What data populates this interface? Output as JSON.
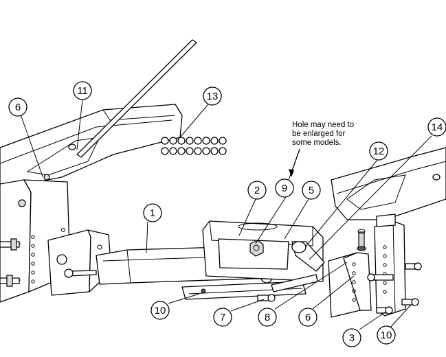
{
  "note": {
    "line1": "Hole may need to",
    "line2": "be enlarged for",
    "line3": "some models."
  },
  "callouts": [
    {
      "id": "c1",
      "label": "1"
    },
    {
      "id": "c2",
      "label": "2"
    },
    {
      "id": "c3",
      "label": "3"
    },
    {
      "id": "c5",
      "label": "5"
    },
    {
      "id": "c6a",
      "label": "6"
    },
    {
      "id": "c6b",
      "label": "6"
    },
    {
      "id": "c7",
      "label": "7"
    },
    {
      "id": "c8",
      "label": "8"
    },
    {
      "id": "c9",
      "label": "9"
    },
    {
      "id": "c10a",
      "label": "10"
    },
    {
      "id": "c10b",
      "label": "10"
    },
    {
      "id": "c11",
      "label": "11"
    },
    {
      "id": "c12",
      "label": "12"
    },
    {
      "id": "c13",
      "label": "13"
    },
    {
      "id": "c14",
      "label": "14"
    }
  ],
  "colors": {
    "line": "#000000",
    "background": "#ffffff"
  }
}
